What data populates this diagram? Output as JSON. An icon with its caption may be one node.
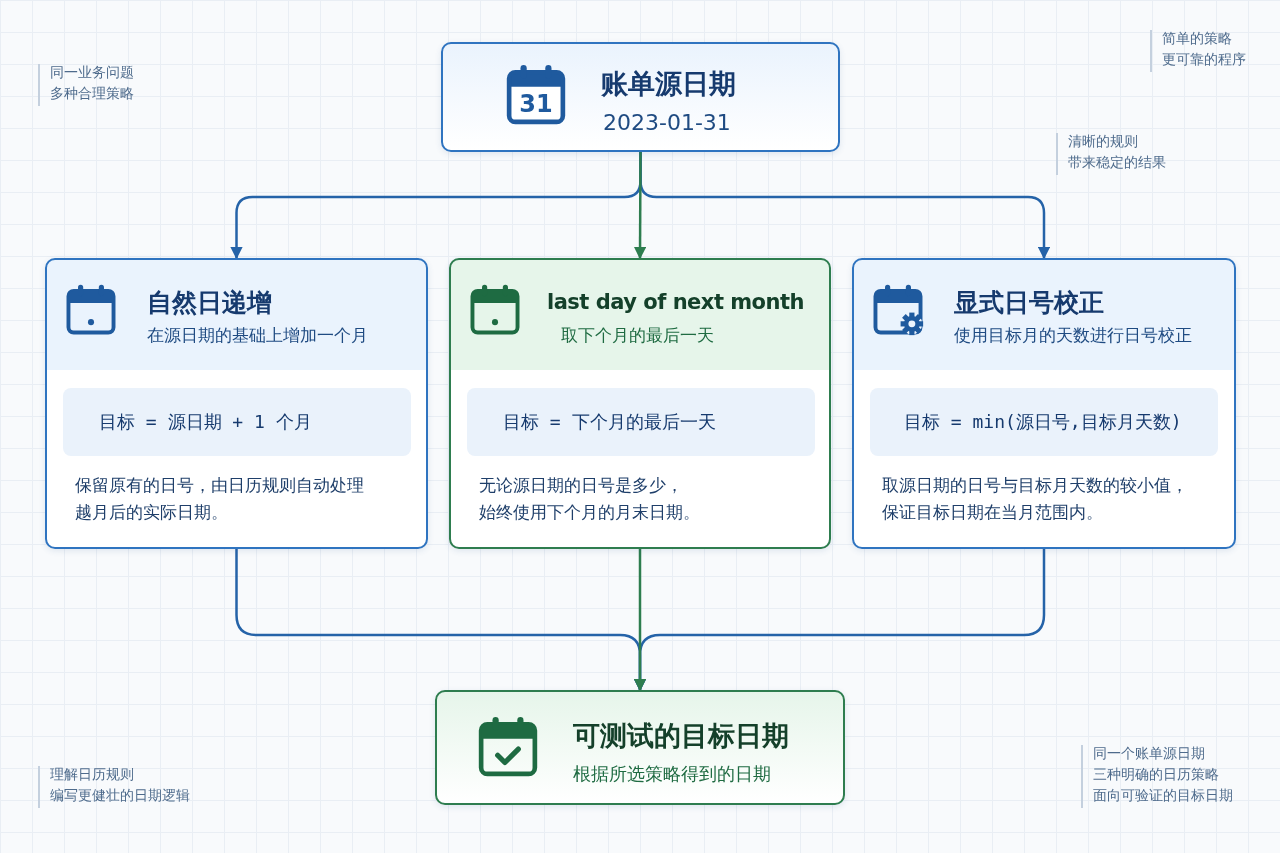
{
  "diagram": {
    "nodes": [
      {
        "text": [
          "账单源日期",
          "2023-01-31"
        ]
      },
      {
        "text": [
          "自然日递增",
          "在源日期的基础上增加一个月",
          "保留原有的日号，由日历规则自动处理越月后的实际日期。"
        ]
      },
      {
        "text": [
          "目标 = 源日期 + 1 个月"
        ],
        "in": 1
      },
      {
        "text": [
          "last day of next month",
          "取下个月的最后一天",
          "无论源日期的日号是多少，始终使用下个月的月末日期。"
        ]
      },
      {
        "text": [
          "目标 = 下个月的最后一天"
        ],
        "in": 3
      },
      {
        "text": [
          "显式日号校正",
          "使用目标月的天数进行日号校正",
          "取源日期的日号与目标月天数的较小值，保证目标日期在当月范围内。"
        ]
      },
      {
        "text": [
          "目标 = min(源日号,目标月天数)"
        ],
        "in": 5
      },
      {
        "text": [
          "可测试的目标日期",
          "根据所选策略得到的日期"
        ]
      }
    ],
    "edges": [
      {
        "from": 0,
        "to": 1,
        "arrow": "to"
      },
      {
        "from": 0,
        "to": 3,
        "arrow": "to",
        "color": "#2e7d4f"
      },
      {
        "from": 0,
        "to": 5,
        "arrow": "to"
      },
      {
        "from": 1,
        "to": 7,
        "arrow": "to"
      },
      {
        "from": 5,
        "to": 7,
        "arrow": "to"
      },
      {
        "from": 3,
        "to": 7,
        "arrow": "to",
        "color": "#2e7d4f"
      }
    ],
    "labels": [
      "31",
      "简单的策略",
      "更可靠的程序",
      "同一业务问题",
      "多种合理策略",
      "清晰的规则",
      "带来稳定的结果",
      "同一个账单源日期",
      "三种明确的日历策略",
      "面向可验证的目标日期",
      "理解日历规则",
      "编写更健壮的日期逻辑"
    ]
  }
}
